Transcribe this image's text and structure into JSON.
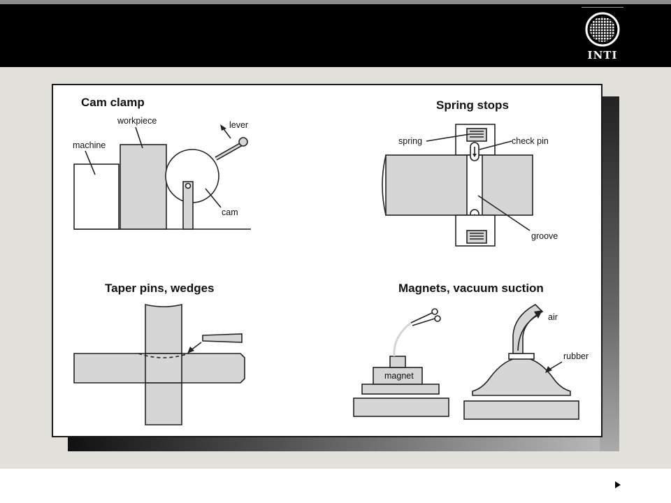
{
  "header": {
    "logo_text": "INTI"
  },
  "diagram": {
    "cam_clamp": {
      "title": "Cam clamp",
      "labels": {
        "machine": "machine",
        "workpiece": "workpiece",
        "lever": "lever",
        "cam": "cam"
      }
    },
    "spring_stops": {
      "title": "Spring stops",
      "labels": {
        "spring": "spring",
        "check_pin": "check pin",
        "groove": "groove"
      }
    },
    "taper_pins": {
      "title": "Taper pins, wedges"
    },
    "magnets": {
      "title": "Magnets, vacuum suction",
      "labels": {
        "magnet": "magnet",
        "air": "air",
        "rubber": "rubber"
      }
    }
  },
  "colors": {
    "header_bg": "#000000",
    "content_bg": "#e2e1dc",
    "part_fill": "#d6d6d6"
  },
  "footer": {
    "next_icon": "play-icon"
  }
}
